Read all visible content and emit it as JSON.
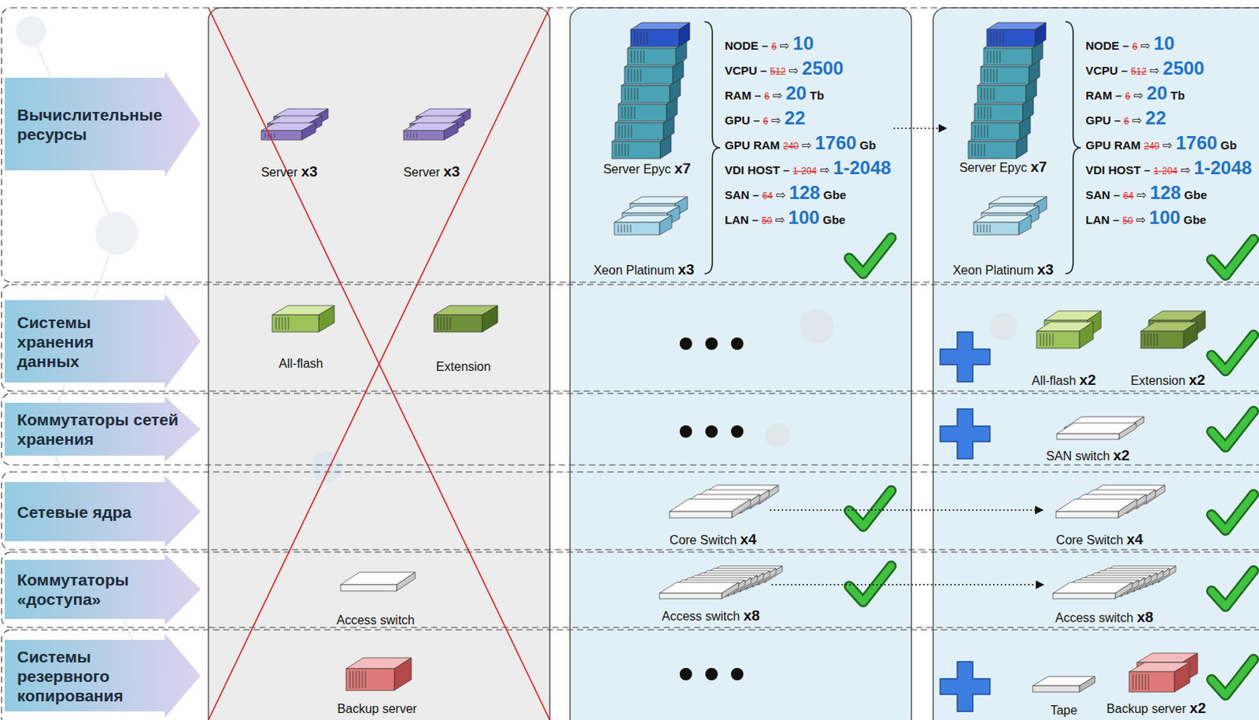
{
  "diagram": {
    "nodes": [
      {
        "text": [
          "Вычислительные ресурсы"
        ]
      },
      {
        "text": [
          "Системы хранения данных"
        ]
      },
      {
        "text": [
          "Коммутаторы сетей хранения"
        ]
      },
      {
        "text": [
          "Сетевые ядра"
        ]
      },
      {
        "text": [
          "Коммутаторы «доступа»"
        ]
      },
      {
        "text": [
          "Системы резервного копирования"
        ]
      },
      {
        "text": [
          "Server x3"
        ]
      },
      {
        "text": [
          "Server x3"
        ]
      },
      {
        "text": [
          "All-flash"
        ]
      },
      {
        "text": [
          "Extension"
        ]
      },
      {
        "text": [
          "Access switch"
        ]
      },
      {
        "text": [
          "Backup server"
        ]
      },
      {
        "text": [
          "Server Epyc x7"
        ]
      },
      {
        "text": [
          "Xeon Platinum x3"
        ]
      },
      {
        "text": [
          "NODE – 6 ⇨ 10",
          "VCPU – 512 ⇨ 2500",
          "RAM – 6 ⇨ 20 Tb",
          "GPU – 6 ⇨ 22",
          "GPU RAM 240 ⇨ 1760 Gb",
          "VDI HOST – 1-204 ⇨ 1-2048",
          "SAN – 64 ⇨ 128 Gbe",
          "LAN – 50 ⇨ 100 Gbe"
        ]
      },
      {
        "text": [
          "Core Switch x4"
        ]
      },
      {
        "text": [
          "Access switch x8"
        ]
      },
      {
        "text": [
          "Server Epyc x7"
        ]
      },
      {
        "text": [
          "Xeon Platinum x3"
        ]
      },
      {
        "text": [
          "NODE – 6 ⇨ 10",
          "VCPU – 512 ⇨ 2500",
          "RAM – 6 ⇨ 20 Tb",
          "GPU – 6 ⇨ 22",
          "GPU RAM 240 ⇨ 1760 Gb",
          "VDI HOST – 1-204 ⇨ 1-2048",
          "SAN – 64 ⇨ 128 Gbe",
          "LAN – 50 ⇨ 100 Gbe"
        ]
      },
      {
        "text": [
          "All-flash x2"
        ]
      },
      {
        "text": [
          "Extension x2"
        ]
      },
      {
        "text": [
          "SAN switch x2"
        ]
      },
      {
        "text": [
          "Core Switch x4"
        ]
      },
      {
        "text": [
          "Access switch x8"
        ]
      },
      {
        "text": [
          "Tape"
        ]
      },
      {
        "text": [
          "Backup server x2"
        ]
      }
    ],
    "edges": [
      {
        "from": 14,
        "to": 17,
        "arrow": "to"
      },
      {
        "from": 15,
        "to": 23,
        "arrow": "to"
      },
      {
        "from": 16,
        "to": 24,
        "arrow": "to"
      }
    ]
  }
}
